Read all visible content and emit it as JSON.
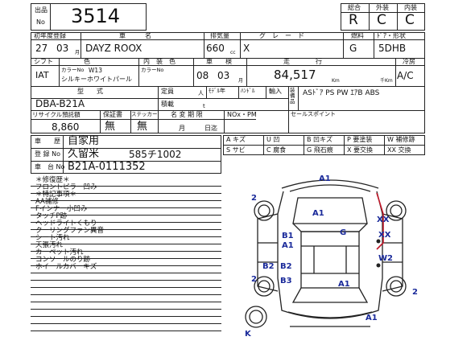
{
  "lot": {
    "label_top": "出品",
    "label_bottom": "No",
    "number": "3514"
  },
  "grades": {
    "labels": [
      "総合",
      "外装",
      "内装"
    ],
    "values": [
      "R",
      "C",
      "C"
    ]
  },
  "row1": {
    "first_reg_label": "初年度登録",
    "first_reg_year": "27",
    "first_reg_month": "03",
    "month_unit": "月",
    "car_name_label": "車　　　名",
    "car_name": "DAYZ ROOX",
    "displacement_label": "排気量",
    "displacement": "660",
    "cc_unit": "cc",
    "grade_label": "グ　レ　ー　ド",
    "grade": "X",
    "fuel_label": "燃料",
    "fuel": "G",
    "door_label": "ﾄﾞｱ・形状",
    "door": "5DHB"
  },
  "row2": {
    "shift_label": "シフト",
    "shift": "IAT",
    "color_label": "色",
    "color_no_label": "カラーNo",
    "color_no": "W13",
    "color_name": "シルキーホワイトパール",
    "interior_label": "内　装　色",
    "interior_color_no_label": "カラーNo",
    "inspection_label": "車　　検",
    "inspection_year": "08",
    "inspection_month": "03",
    "month_unit": "月",
    "mileage_label": "走　　　　行",
    "mileage": "84,517",
    "km_unit": "Km",
    "ikm_unit": "千Km",
    "ac_label": "冷房",
    "ac": "A/C"
  },
  "row3": {
    "model_label": "型　　式",
    "model": "DBA-B21A",
    "capacity_label": "定員",
    "capacity_unit": "人",
    "model_year_label": "ﾓﾃﾞﾙ年",
    "handle_label": "ﾊﾝﾄﾞﾙ",
    "import_label": "輸入",
    "load_label": "積載",
    "load_unit": "t",
    "equipment_label": "装備品",
    "equipment": "ASﾄﾞｱ PS PW ｴｱB ABS"
  },
  "row4": {
    "recycle_label": "リサイクル預託額",
    "recycle": "8,860",
    "warranty_label": "保証書",
    "warranty": "無",
    "sticker_label": "ステッカー",
    "sticker": "無",
    "name_change_label": "名 変 期 限",
    "month_unit": "月",
    "day_unit": "日迄",
    "nox_label": "NOx・PM",
    "sales_point_label": "セールスポイント"
  },
  "row5": {
    "history_label": "車　　歴",
    "history": "自家用",
    "reg_no_label": "登 録 No",
    "reg_area": "久留米",
    "reg_no": "585チ1002",
    "chassis_label": "車　台 No",
    "chassis": "B21A-0111352"
  },
  "legend": {
    "row1": [
      "A キズ",
      "U 凹",
      "B 凹キズ",
      "P 要塗装",
      "W 補修跡"
    ],
    "row2": [
      "S サビ",
      "C 腐食",
      "G 飛石痕",
      "X 要交換",
      "XX 交換"
    ]
  },
  "notes": {
    "lines": [
      "＊修復歴＊",
      "フロントピラー凹み",
      "＊特記事項＊",
      "AA補修",
      "Fインナー小凹み",
      "タッチP跡",
      "ヘッドライトくもり",
      "クーリングファン異音",
      "シート汚れ",
      "天張汚れ",
      "カーペット汚れ",
      "コンソールのり跡",
      "ホイールカバーキズ"
    ]
  },
  "diagram": {
    "marks": [
      "A1",
      "2",
      "A1",
      "XX",
      "XX",
      "G",
      "B1",
      "A1",
      "W2",
      "B2",
      "B2",
      "2",
      "B3",
      "A1",
      "2",
      "A1",
      "K"
    ]
  }
}
